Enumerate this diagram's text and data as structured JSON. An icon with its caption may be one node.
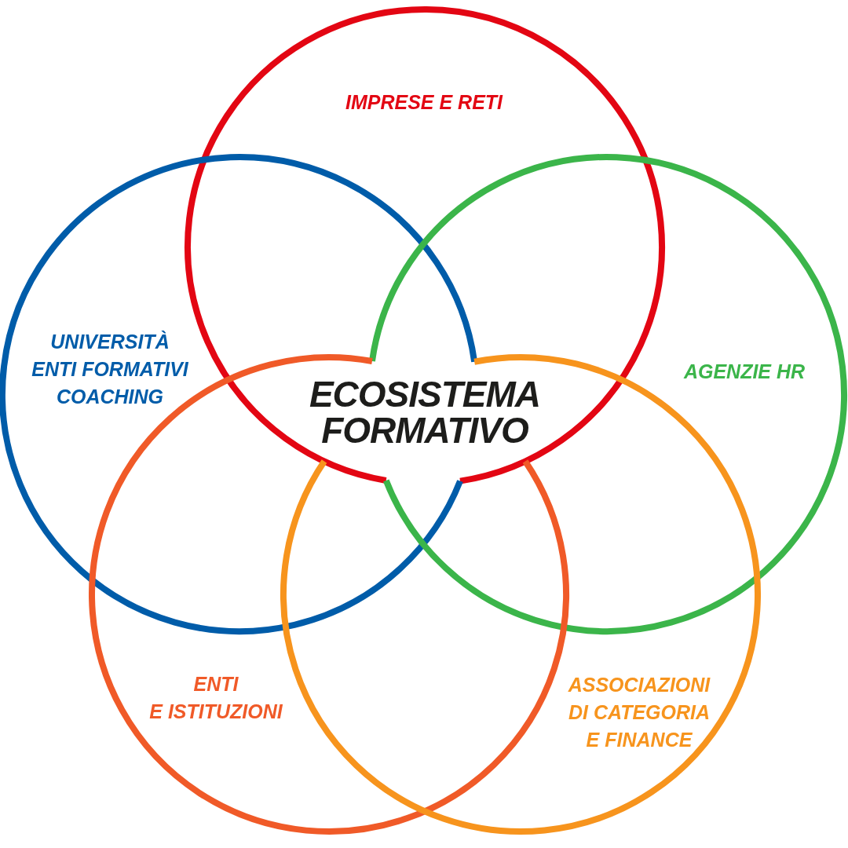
{
  "diagram": {
    "nodes": [
      {
        "text": [
          "IMPRESE E RETI"
        ]
      },
      {
        "text": [
          "UNIVERSITÀ ENTI FORMATIVI COACHING"
        ]
      },
      {
        "text": [
          "ECOSISTEMA FORMATIVO"
        ]
      },
      {
        "text": [
          "AGENZIE HR"
        ]
      },
      {
        "text": [
          "ENTI E ISTITUZIONI"
        ]
      },
      {
        "text": [
          "ASSOCIAZIONI DI CATEGORIA E FINANCE"
        ]
      }
    ]
  }
}
